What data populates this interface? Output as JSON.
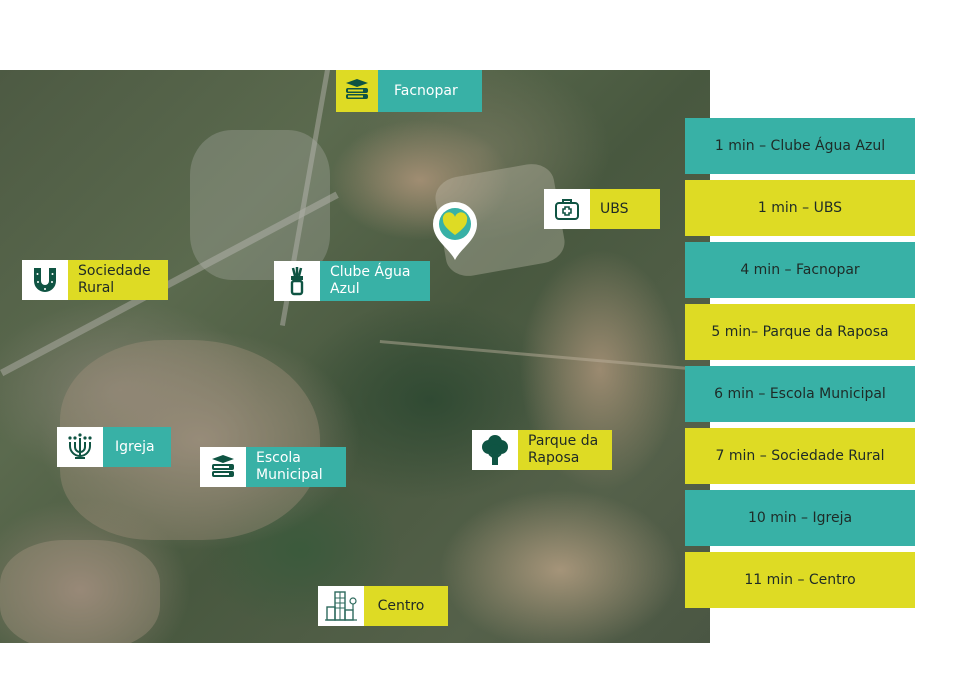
{
  "colors": {
    "teal": "#38b1a6",
    "yellow": "#dedb24",
    "dark_green": "#0f5443",
    "white": "#ffffff"
  },
  "map": {
    "center_marker": {
      "icon": "heart-location-pin-icon"
    },
    "labels": [
      {
        "id": "facnopar",
        "text": "Facnopar",
        "icon": "books-icon",
        "icon_bg": "yellow",
        "text_bg": "teal"
      },
      {
        "id": "ubs",
        "text": "UBS",
        "icon": "medical-kit-icon",
        "icon_bg": "white",
        "text_bg": "yellow"
      },
      {
        "id": "sociedade-rural",
        "text": "Sociedade Rural",
        "icon": "horseshoe-icon",
        "icon_bg": "white",
        "text_bg": "yellow"
      },
      {
        "id": "clube-agua-azul",
        "text": "Clube Água Azul",
        "icon": "golf-bag-icon",
        "icon_bg": "white",
        "text_bg": "teal"
      },
      {
        "id": "igreja",
        "text": "Igreja",
        "icon": "candelabra-icon",
        "icon_bg": "white",
        "text_bg": "teal"
      },
      {
        "id": "escola-municipal",
        "text": "Escola Municipal",
        "icon": "books-icon",
        "icon_bg": "white",
        "text_bg": "teal"
      },
      {
        "id": "parque-da-raposa",
        "text": "Parque da Raposa",
        "icon": "tree-icon",
        "icon_bg": "white",
        "text_bg": "yellow"
      },
      {
        "id": "centro",
        "text": "Centro",
        "icon": "city-buildings-icon",
        "icon_bg": "white",
        "text_bg": "yellow"
      }
    ]
  },
  "distances": [
    {
      "text": "1 min – Clube Água Azul",
      "bg": "teal"
    },
    {
      "text": "1 min – UBS",
      "bg": "yellow"
    },
    {
      "text": "4 min – Facnopar",
      "bg": "teal"
    },
    {
      "text": "5 min– Parque da Raposa",
      "bg": "yellow"
    },
    {
      "text": "6 min – Escola Municipal",
      "bg": "teal"
    },
    {
      "text": "7 min – Sociedade Rural",
      "bg": "yellow"
    },
    {
      "text": "10 min – Igreja",
      "bg": "teal"
    },
    {
      "text": "11 min – Centro",
      "bg": "yellow"
    }
  ]
}
